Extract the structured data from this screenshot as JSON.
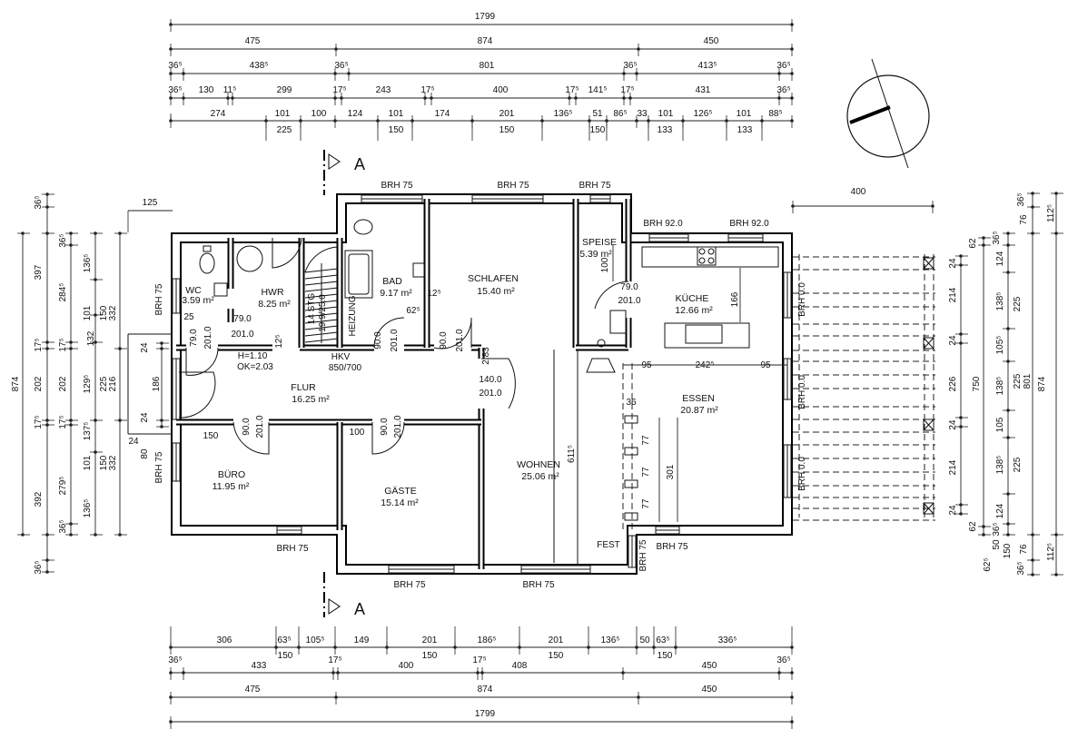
{
  "dimensions": {
    "top": {
      "overall": "1799",
      "row2": [
        "475",
        "874",
        "450"
      ],
      "row3": [
        "36⁵",
        "438⁵",
        "36⁵",
        "801",
        "36⁵",
        "413⁵",
        "36⁵"
      ],
      "row4": [
        "36⁵",
        "130",
        "11⁵",
        "299",
        "17⁵",
        "243",
        "17⁵",
        "400",
        "17⁵",
        "141⁵",
        "17⁵",
        "431",
        "36⁵"
      ],
      "row5": [
        "274",
        "101",
        "100",
        "124",
        "101",
        "174",
        "201",
        "136⁵",
        "51",
        "86⁵",
        "33",
        "101",
        "126⁵",
        "101",
        "88⁵"
      ],
      "row5_openings": [
        "225",
        "150",
        "150",
        "150",
        "133",
        "133"
      ]
    },
    "bottom": {
      "row1": [
        "306",
        "63⁵",
        "105⁵",
        "149",
        "201",
        "186⁵",
        "201",
        "136⁵",
        "50",
        "63⁵",
        "336⁵"
      ],
      "row1_openings": [
        "150",
        "150",
        "150",
        "150"
      ],
      "row2": [
        "36⁵",
        "433",
        "17⁵",
        "400",
        "17⁵",
        "408",
        "450",
        "36⁵"
      ],
      "row3": [
        "475",
        "874",
        "450"
      ],
      "overall": "1799"
    },
    "left": {
      "outer": "874",
      "col_b": [
        "36⁵",
        "397",
        "17⁵",
        "202",
        "17⁵",
        "392",
        "36⁵"
      ],
      "col_c": [
        "36⁵",
        "284⁵",
        "17⁵",
        "202",
        "17⁵",
        "279⁵",
        "36⁵"
      ],
      "col_d": [
        "136⁵",
        "101",
        "132",
        "129⁵",
        "137⁵",
        "101",
        "136⁵"
      ],
      "col_e": [
        "150",
        "332",
        "225",
        "216",
        "150",
        "332"
      ],
      "entry": [
        "125",
        "24",
        "186",
        "24",
        "24",
        "80"
      ]
    },
    "right": {
      "top": "400",
      "col1": [
        "24",
        "214",
        "24",
        "226",
        "24",
        "214",
        "24"
      ],
      "col2": [
        "62",
        "750",
        "62"
      ],
      "col3": [
        "36⁵",
        "124",
        "138⁵",
        "105⁵",
        "138⁵",
        "105",
        "138⁵",
        "124",
        "36⁵"
      ],
      "col3b": [
        "225",
        "225",
        "801",
        "225"
      ],
      "col4": [
        "36⁵",
        "76",
        "874",
        "150",
        "50",
        "62⁵",
        "76",
        "36⁵"
      ],
      "col5": [
        "112⁵",
        "112⁵"
      ]
    }
  },
  "rooms": [
    {
      "name": "WC",
      "area": "3.59 m²"
    },
    {
      "name": "HWR",
      "area": "8.25 m²"
    },
    {
      "name": "BAD",
      "area": "9.17 m²"
    },
    {
      "name": "SCHLAFEN",
      "area": "15.40 m²"
    },
    {
      "name": "SPEISE",
      "area": "5.39 m²"
    },
    {
      "name": "KÜCHE",
      "area": "12.66 m²"
    },
    {
      "name": "FLUR",
      "area": "16.25 m²"
    },
    {
      "name": "BÜRO",
      "area": "11.95 m²"
    },
    {
      "name": "GÄSTE",
      "area": "15.14 m²"
    },
    {
      "name": "WOHNEN",
      "area": "25.06 m²"
    },
    {
      "name": "ESSEN",
      "area": "20.87 m²"
    }
  ],
  "annotations": [
    "BRH 75",
    "BRH 75",
    "BRH 75",
    "BRH 92.0",
    "BRH 92.0",
    "BRH 75",
    "BRH 75",
    "BRH 75",
    "BRH 75",
    "BRH 75",
    "BRH 75",
    "BRH 75",
    "BRH 0.0",
    "BRH 0.0",
    "BRH 0.0",
    "FEST",
    "HEIZUNG",
    "HKV",
    "850/700",
    "H=1.10",
    "OK=2.03",
    "14 STG",
    "19.9/25.0",
    "79.0",
    "201.0",
    "25",
    "79.0",
    "201.0",
    "12⁵",
    "12⁵",
    "62⁵",
    "90.0",
    "201.0",
    "90.0",
    "201.0",
    "2.83",
    "140.0",
    "201.0",
    "79.0",
    "201.0",
    "100",
    "166",
    "95",
    "242⁵",
    "95",
    "36",
    "77",
    "77",
    "77",
    "301",
    "611⁵",
    "90.0",
    "201.0",
    "150",
    "100",
    "90.0",
    "201.0"
  ],
  "section": {
    "label": "A"
  }
}
